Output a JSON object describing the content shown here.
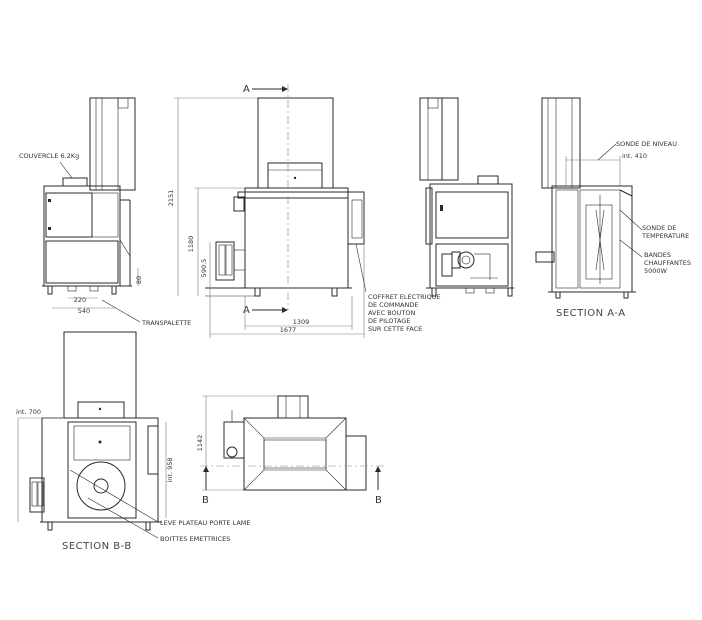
{
  "labels": {
    "couvercle": "COUVERCLE 6.2Kg",
    "transpalette": "TRANSPALETTE",
    "coffret": [
      "COFFRET ELECTRIQUE",
      "DE COMMANDE",
      "AVEC BOUTON",
      "DE PILOTAGE",
      "SUR CETTE FACE"
    ],
    "sonde_niveau": "SONDE DE NIVEAU",
    "sonde_temp": [
      "SONDE DE",
      "TEMPERATURE"
    ],
    "bandes": [
      "BANDES",
      "CHAUFFANTES",
      "5000W"
    ],
    "leve_plateau": "LEVE PLATEAU PORTE LAME",
    "boittes": "BOITTES EMETTRICES"
  },
  "dimensions": {
    "d220": "220",
    "d540": "540",
    "d80": "80",
    "d2151": "2151",
    "d1180": "1180",
    "d5905": "590.5",
    "d1309": "1309",
    "d1677": "1677",
    "int410": "int. 410",
    "int700": "int. 700",
    "int958": "int. 958",
    "d1142": "1142"
  },
  "markers": {
    "a_top": "A",
    "a_bottom": "A",
    "b_left": "B",
    "b_right": "B"
  },
  "sections": {
    "aa": "SECTION A-A",
    "bb": "SECTION B-B"
  }
}
